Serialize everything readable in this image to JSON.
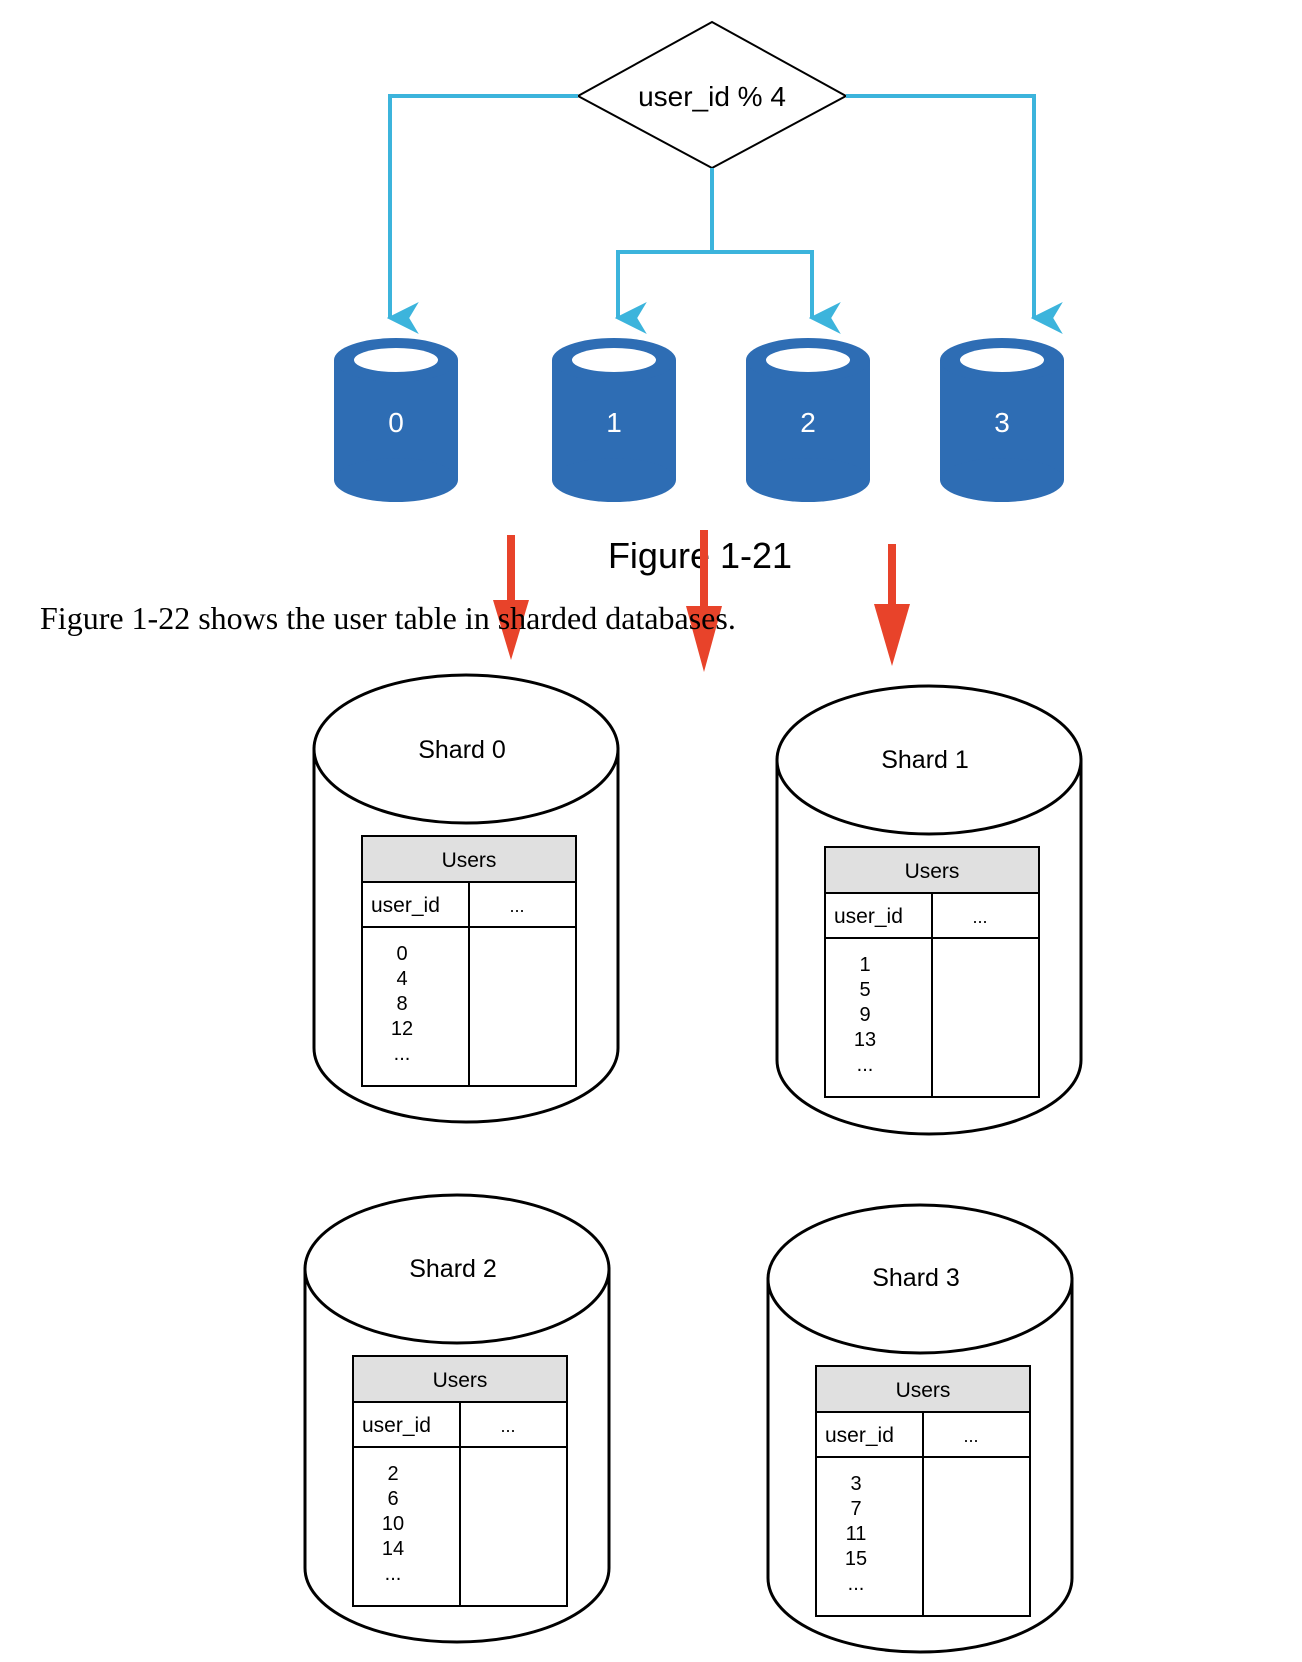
{
  "decision": {
    "label": "user_id % 4"
  },
  "databases": [
    {
      "label": "0"
    },
    {
      "label": "1"
    },
    {
      "label": "2"
    },
    {
      "label": "3"
    }
  ],
  "figure_caption": "Figure 1-21",
  "paragraph": "Figure 1-22 shows the user table in sharded databases.",
  "shards": [
    {
      "title": "Shard 0",
      "table_title": "Users",
      "col_id": "user_id",
      "col_other": "...",
      "ids": [
        "0",
        "4",
        "8",
        "12",
        "..."
      ]
    },
    {
      "title": "Shard 1",
      "table_title": "Users",
      "col_id": "user_id",
      "col_other": "...",
      "ids": [
        "1",
        "5",
        "9",
        "13",
        "..."
      ]
    },
    {
      "title": "Shard 2",
      "table_title": "Users",
      "col_id": "user_id",
      "col_other": "...",
      "ids": [
        "2",
        "6",
        "10",
        "14",
        "..."
      ]
    },
    {
      "title": "Shard 3",
      "table_title": "Users",
      "col_id": "user_id",
      "col_other": "...",
      "ids": [
        "3",
        "7",
        "11",
        "15",
        "..."
      ]
    }
  ],
  "colors": {
    "flow_line": "#3cb4dc",
    "db_fill": "#2e6db4",
    "annotation_arrow": "#e8432a",
    "table_header": "#e0e0e0"
  }
}
